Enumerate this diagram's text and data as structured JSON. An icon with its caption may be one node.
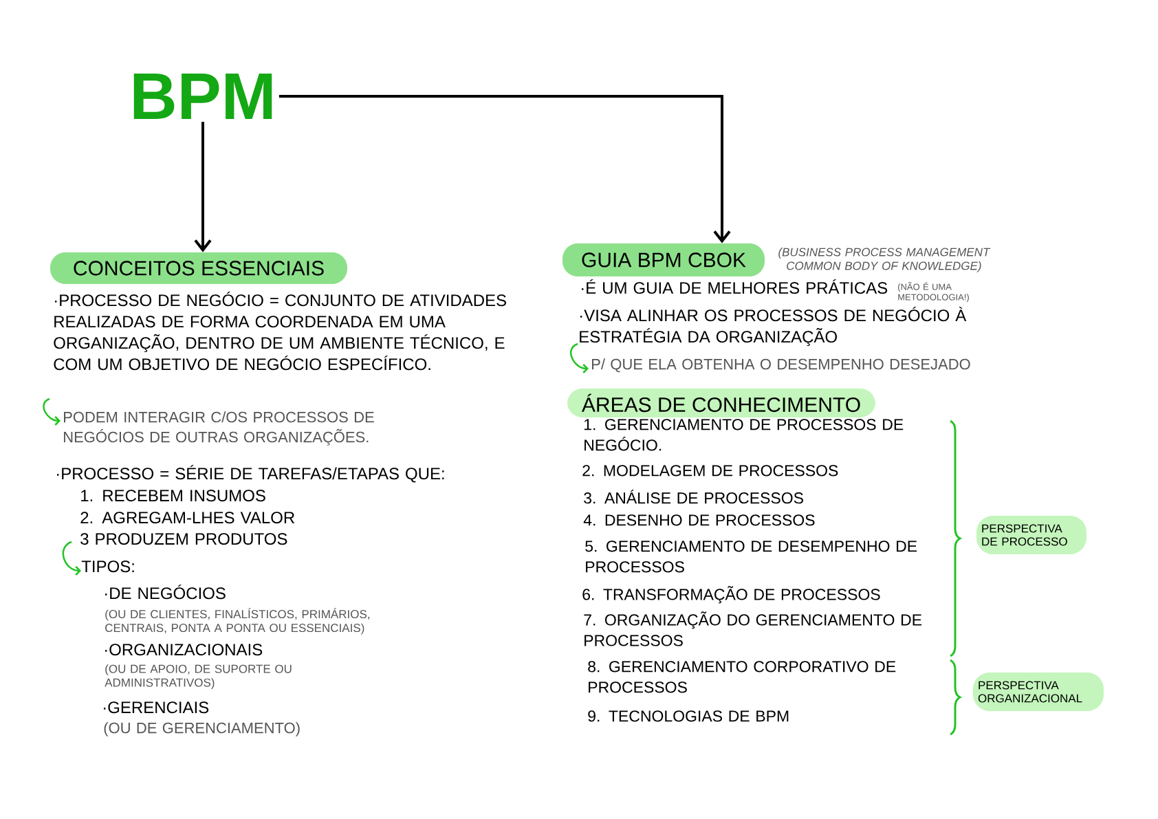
{
  "diagram": {
    "nodes": [
      {
        "text": [
          "BPM"
        ]
      },
      {
        "text": [
          "CONCEITOS ESSENCIAIS"
        ]
      },
      {
        "text": [
          "GUIA BPM CBOK"
        ],
        "beside": [
          "(BUSINESS PROCESS MANAGEMENT COMMON BODY OF KNOWLEDGE)"
        ]
      },
      {
        "text": [
          "ÁREAS DE CONHECIMENTO"
        ]
      },
      {
        "text": [
          "PERSPECTIVA DE PROCESSO"
        ]
      },
      {
        "text": [
          "PERSPECTIVA ORGANIZACIONAL"
        ]
      }
    ],
    "edges": [
      {
        "from": 0,
        "to": 1,
        "arrow": "to"
      },
      {
        "from": 0,
        "to": 2,
        "arrow": "to"
      }
    ],
    "labels": [
      "·PROCESSO DE NEGÓCIO = CONJUNTO DE ATIVIDADES REALIZADAS DE FORMA COORDENADA EM UMA ORGANIZAÇÃO, DENTRO DE UM AMBIENTE TÉCNICO, E COM UM OBJETIVO DE NEGÓCIO ESPECÍFICO.",
      "PODEM INTERAGIR C/OS PROCESSOS DE NEGÓCIOS DE OUTRAS ORGANIZAÇÕES.",
      "·PROCESSO = SÉRIE DE TAREFAS/ETAPAS QUE:",
      "1. RECEBEM INSUMOS",
      "2. AGREGAM-LHES VALOR",
      "3 PRODUZEM PRODUTOS",
      "TIPOS:",
      "·DE NEGÓCIOS",
      "(OU DE CLIENTES, FINALÍSTICOS, PRIMÁRIOS, CENTRAIS, PONTA A PONTA OU ESSENCIAIS)",
      "·ORGANIZACIONAIS",
      "(OU DE APOIO, DE SUPORTE OU ADMINISTRATIVOS)",
      "·GERENCIAIS",
      "(OU DE GERENCIAMENTO)",
      "·É UM GUIA DE MELHORES PRÁTICAS",
      "(NÃO É UMA METODOLOGIA!)",
      "·VISA ALINHAR OS PROCESSOS DE NEGÓCIO À ESTRATÉGIA DA ORGANIZAÇÃO",
      "P/ QUE ELA OBTENHA O DESEMPENHO DESEJADO",
      "1. GERENCIAMENTO DE PROCESSOS DE NEGÓCIO.",
      "2. MODELAGEM DE PROCESSOS",
      "3. ANÁLISE DE PROCESSOS",
      "4. DESENHO DE PROCESSOS",
      "5. GERENCIAMENTO DE DESEMPENHO DE PROCESSOS",
      "6. TRANSFORMAÇÃO DE PROCESSOS",
      "7. ORGANIZAÇÃO DO GERENCIAMENTO DE PROCESSOS",
      "8. GERENCIAMENTO CORPORATIVO DE PROCESSOS",
      "9. TECNOLOGIAS DE BPM"
    ]
  }
}
